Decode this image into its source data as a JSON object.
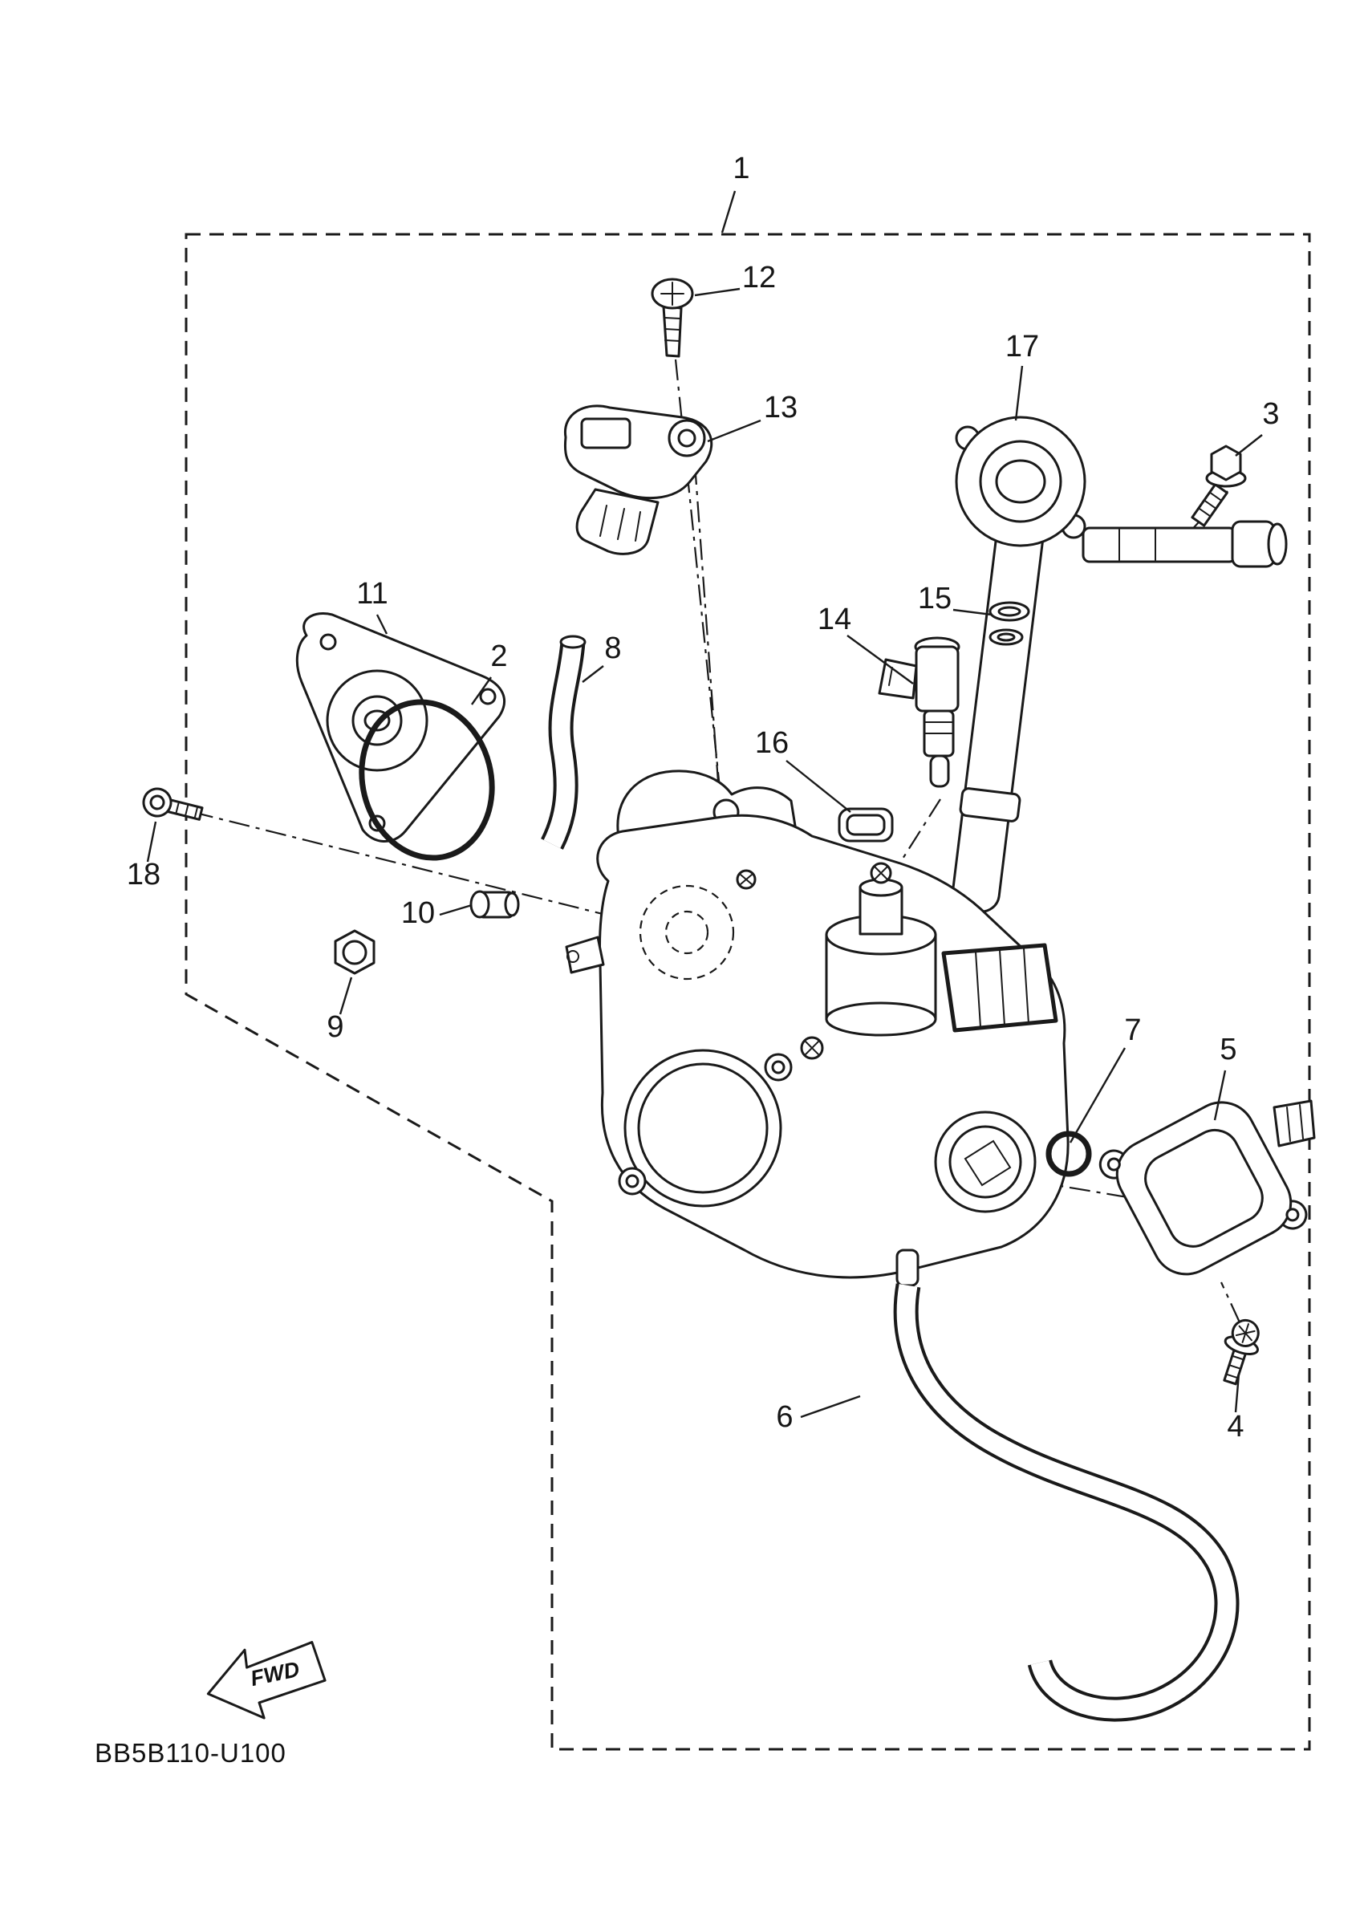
{
  "diagram": {
    "part_code": "BB5B110-U100",
    "fwd_label": "FWD",
    "callouts": [
      {
        "label": "1"
      },
      {
        "label": "2"
      },
      {
        "label": "3"
      },
      {
        "label": "4"
      },
      {
        "label": "5"
      },
      {
        "label": "6"
      },
      {
        "label": "7"
      },
      {
        "label": "8"
      },
      {
        "label": "9"
      },
      {
        "label": "10"
      },
      {
        "label": "11"
      },
      {
        "label": "12"
      },
      {
        "label": "13"
      },
      {
        "label": "14"
      },
      {
        "label": "15"
      },
      {
        "label": "16"
      },
      {
        "label": "17"
      },
      {
        "label": "18"
      }
    ]
  },
  "colors": {
    "background": "#ffffff",
    "line": "#1a1a1a"
  }
}
